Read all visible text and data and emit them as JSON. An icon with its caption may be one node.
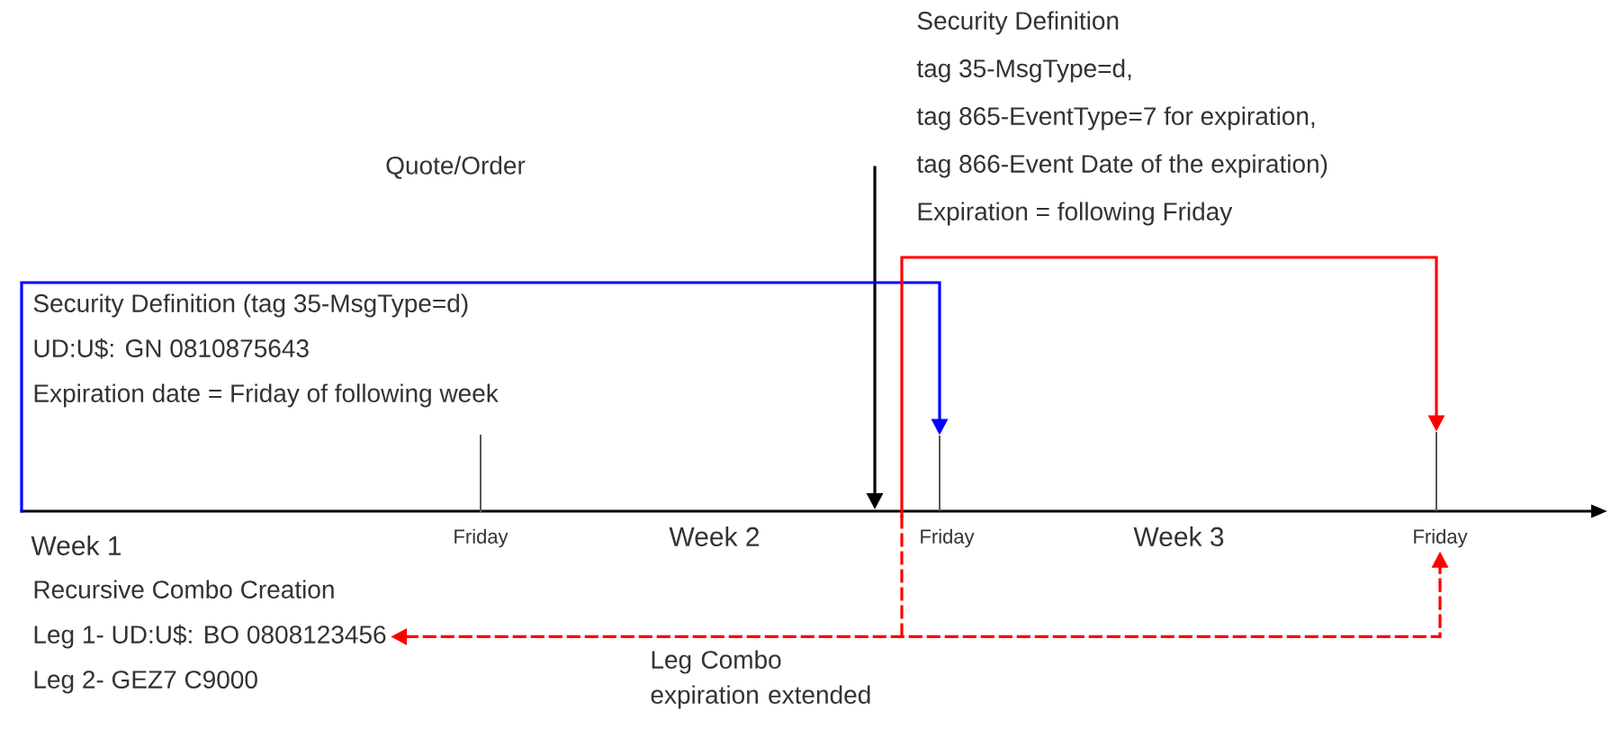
{
  "diagram": {
    "nodes": [
      {
        "text": [
          "Security Definition (tag 35-MsgType=d)",
          "UD:U$: GN 0810875643",
          "Expiration date = Friday of following week"
        ]
      },
      {
        "text": [
          "Security Definition",
          "tag 35-MsgType=d,",
          "tag 865-EventType=7 for expiration,",
          "tag 866-Event Date of the expiration)",
          "Expiration = following Friday"
        ]
      },
      {
        "text": [],
        "shape": "bar"
      },
      {
        "text": [],
        "shape": "bar"
      },
      {
        "text": [
          "Friday"
        ]
      },
      {
        "text": [
          "Recursive Combo Creation",
          "Leg 1- UD:U$: BO 0808123456",
          "Leg 2- GEZ7 C9000"
        ]
      }
    ],
    "edges": [
      {
        "from": null,
        "to": 2,
        "arrow": "to",
        "color": "#0000ff"
      },
      {
        "from": null,
        "to": 3,
        "arrow": "to",
        "color": "#ff0000"
      },
      {
        "from": 5,
        "to": 4,
        "arrow": "both",
        "style": "dashed",
        "color": "#ff0000",
        "label": "Leg Combo expiration extended"
      }
    ],
    "labels": [
      "Quote/Order",
      "Week 1",
      "Friday",
      "Week 2",
      "Friday",
      "Week 3"
    ]
  }
}
